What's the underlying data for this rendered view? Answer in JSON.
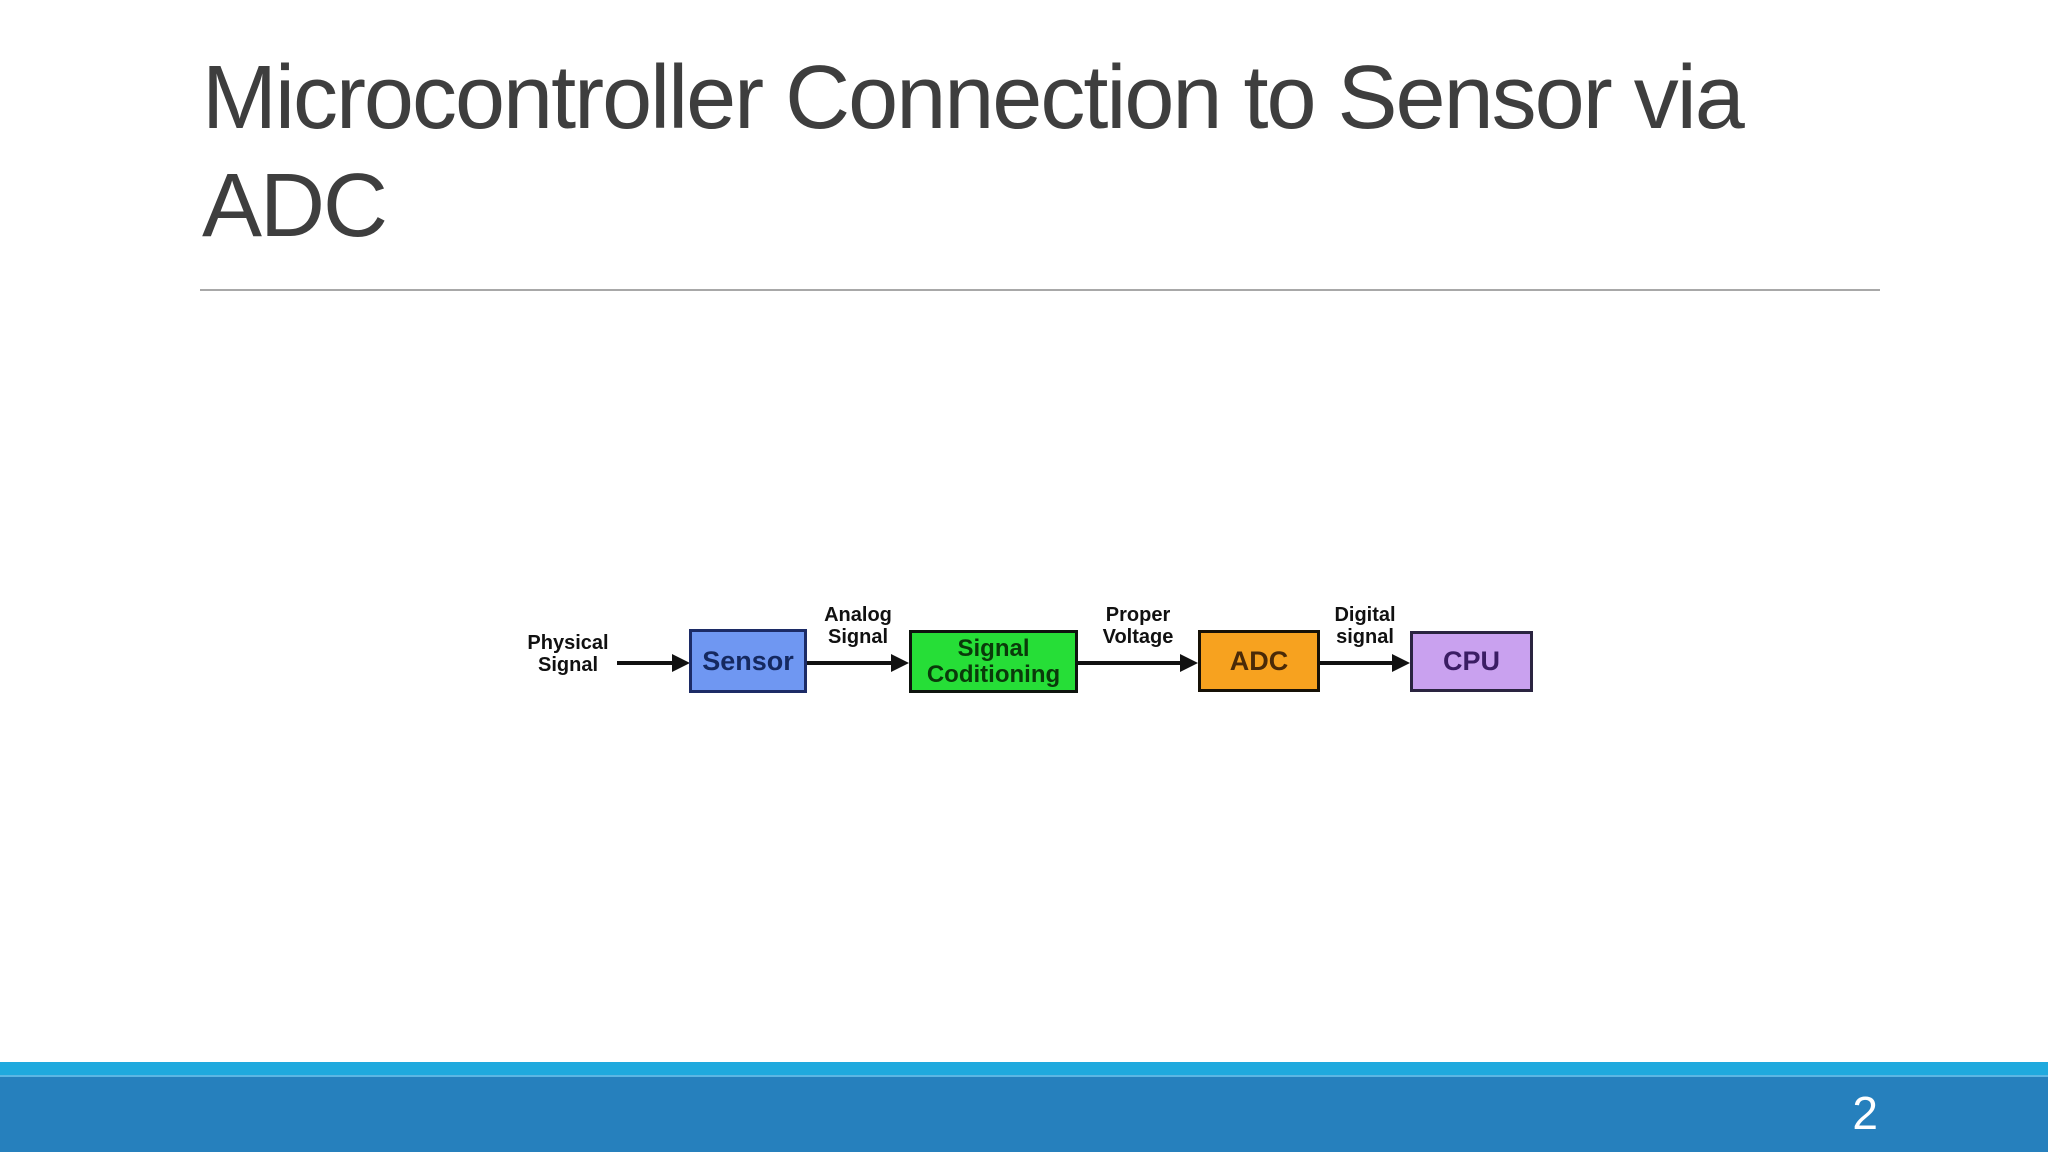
{
  "title": {
    "full": "Microcontroller Connection to Sensor via ADC",
    "lines": [
      "Microcontroller Connection to Sensor via",
      "ADC"
    ]
  },
  "diagram": {
    "flow_labels": [
      {
        "name": "physical-signal",
        "text": "Physical\nSignal"
      },
      {
        "name": "analog-signal",
        "text": "Analog\nSignal"
      },
      {
        "name": "proper-voltage",
        "text": "Proper\nVoltage"
      },
      {
        "name": "digital-signal",
        "text": "Digital\nsignal"
      }
    ],
    "blocks": [
      {
        "label": "Sensor",
        "bg": "#6f97f2",
        "text_color": "#152960"
      },
      {
        "label": "Signal\nCoditioning",
        "bg": "#26de37",
        "text_color": "#0a3a0a"
      },
      {
        "label": "ADC",
        "bg": "#f7a21f",
        "text_color": "#4a2a08"
      },
      {
        "label": "CPU",
        "bg": "#c9a1ef",
        "text_color": "#3a1d63"
      }
    ],
    "flow_order": "Physical Signal -> Sensor -> Signal Coditioning -> ADC -> CPU"
  },
  "footer": {
    "page_number": "2",
    "accent_color": "#1fa9de",
    "bar_color": "#2680bd"
  },
  "colors": {
    "title_text": "#3e3e3e",
    "rule": "#a8a8a8",
    "diagram_ink": "#111111",
    "background": "#ffffff"
  }
}
